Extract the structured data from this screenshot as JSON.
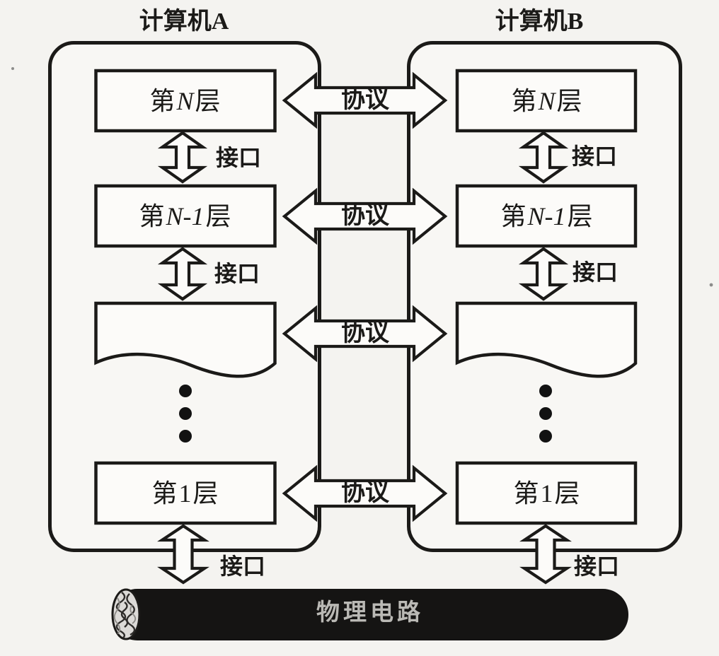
{
  "titles": {
    "computer_a": "计算机A",
    "computer_b": "计算机B"
  },
  "layers": {
    "top": {
      "prefix": "第",
      "variable": "N",
      "suffix": "层"
    },
    "second": {
      "prefix": "第",
      "variable": "N-1",
      "suffix": "层"
    },
    "bottom": {
      "prefix": "第",
      "variable": "1",
      "suffix": "层"
    }
  },
  "labels": {
    "protocol": "协议",
    "interface": "接口",
    "physical_circuit": "物理电路"
  },
  "icons": {
    "ellipsis_dots": "vertical-ellipsis",
    "cable_cross_section": "wire-bundle"
  },
  "colors": {
    "ink": "#1b1a18",
    "background": "#f4f3f0",
    "panel_fill": "#f8f7f4",
    "box_fill": "#fcfbf9",
    "dot": "#121212",
    "cable_fill": "#151413",
    "cable_text": "#c9c7c3"
  }
}
